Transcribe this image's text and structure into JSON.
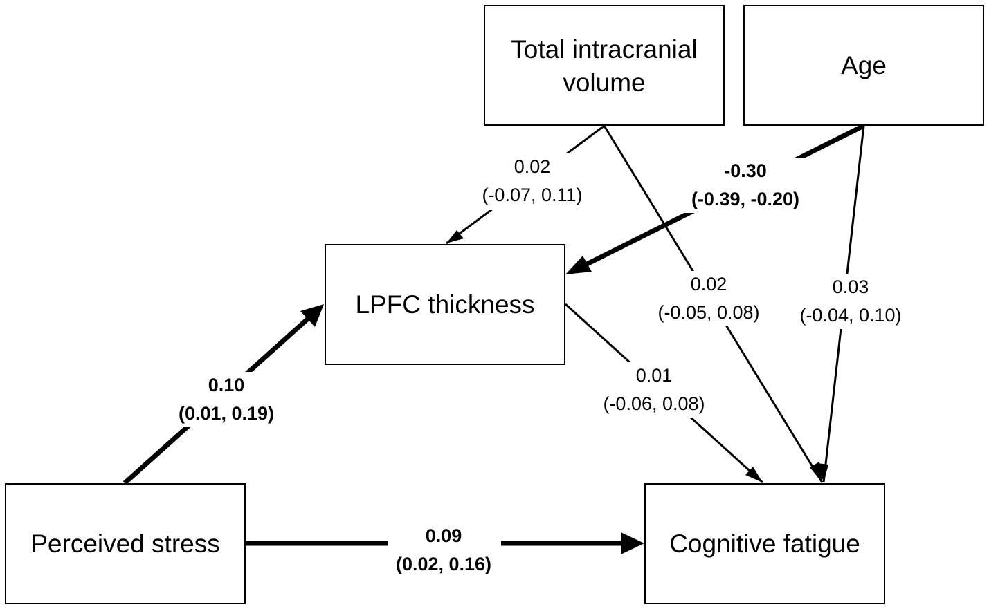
{
  "nodes": {
    "tiv": {
      "line1": "Total intracranial",
      "line2": "volume"
    },
    "age": {
      "label": "Age"
    },
    "lpfc": {
      "label": "LPFC thickness"
    },
    "stress": {
      "label": "Perceived stress"
    },
    "fatigue": {
      "label": "Cognitive fatigue"
    }
  },
  "paths": {
    "tiv_to_lpfc": {
      "estimate": "0.02",
      "ci": "(-0.07, 0.11)",
      "significant": false
    },
    "age_to_lpfc": {
      "estimate": "-0.30",
      "ci": "(-0.39, -0.20)",
      "significant": true
    },
    "tiv_to_fatigue": {
      "estimate": "0.02",
      "ci": "(-0.05, 0.08)",
      "significant": false
    },
    "age_to_fatigue": {
      "estimate": "0.03",
      "ci": "(-0.04, 0.10)",
      "significant": false
    },
    "lpfc_to_fatigue": {
      "estimate": "0.01",
      "ci": "(-0.06, 0.08)",
      "significant": false
    },
    "stress_to_lpfc": {
      "estimate": "0.10",
      "ci": "(0.01, 0.19)",
      "significant": true
    },
    "stress_to_fatigue": {
      "estimate": "0.09",
      "ci": "(0.02, 0.16)",
      "significant": true
    }
  }
}
